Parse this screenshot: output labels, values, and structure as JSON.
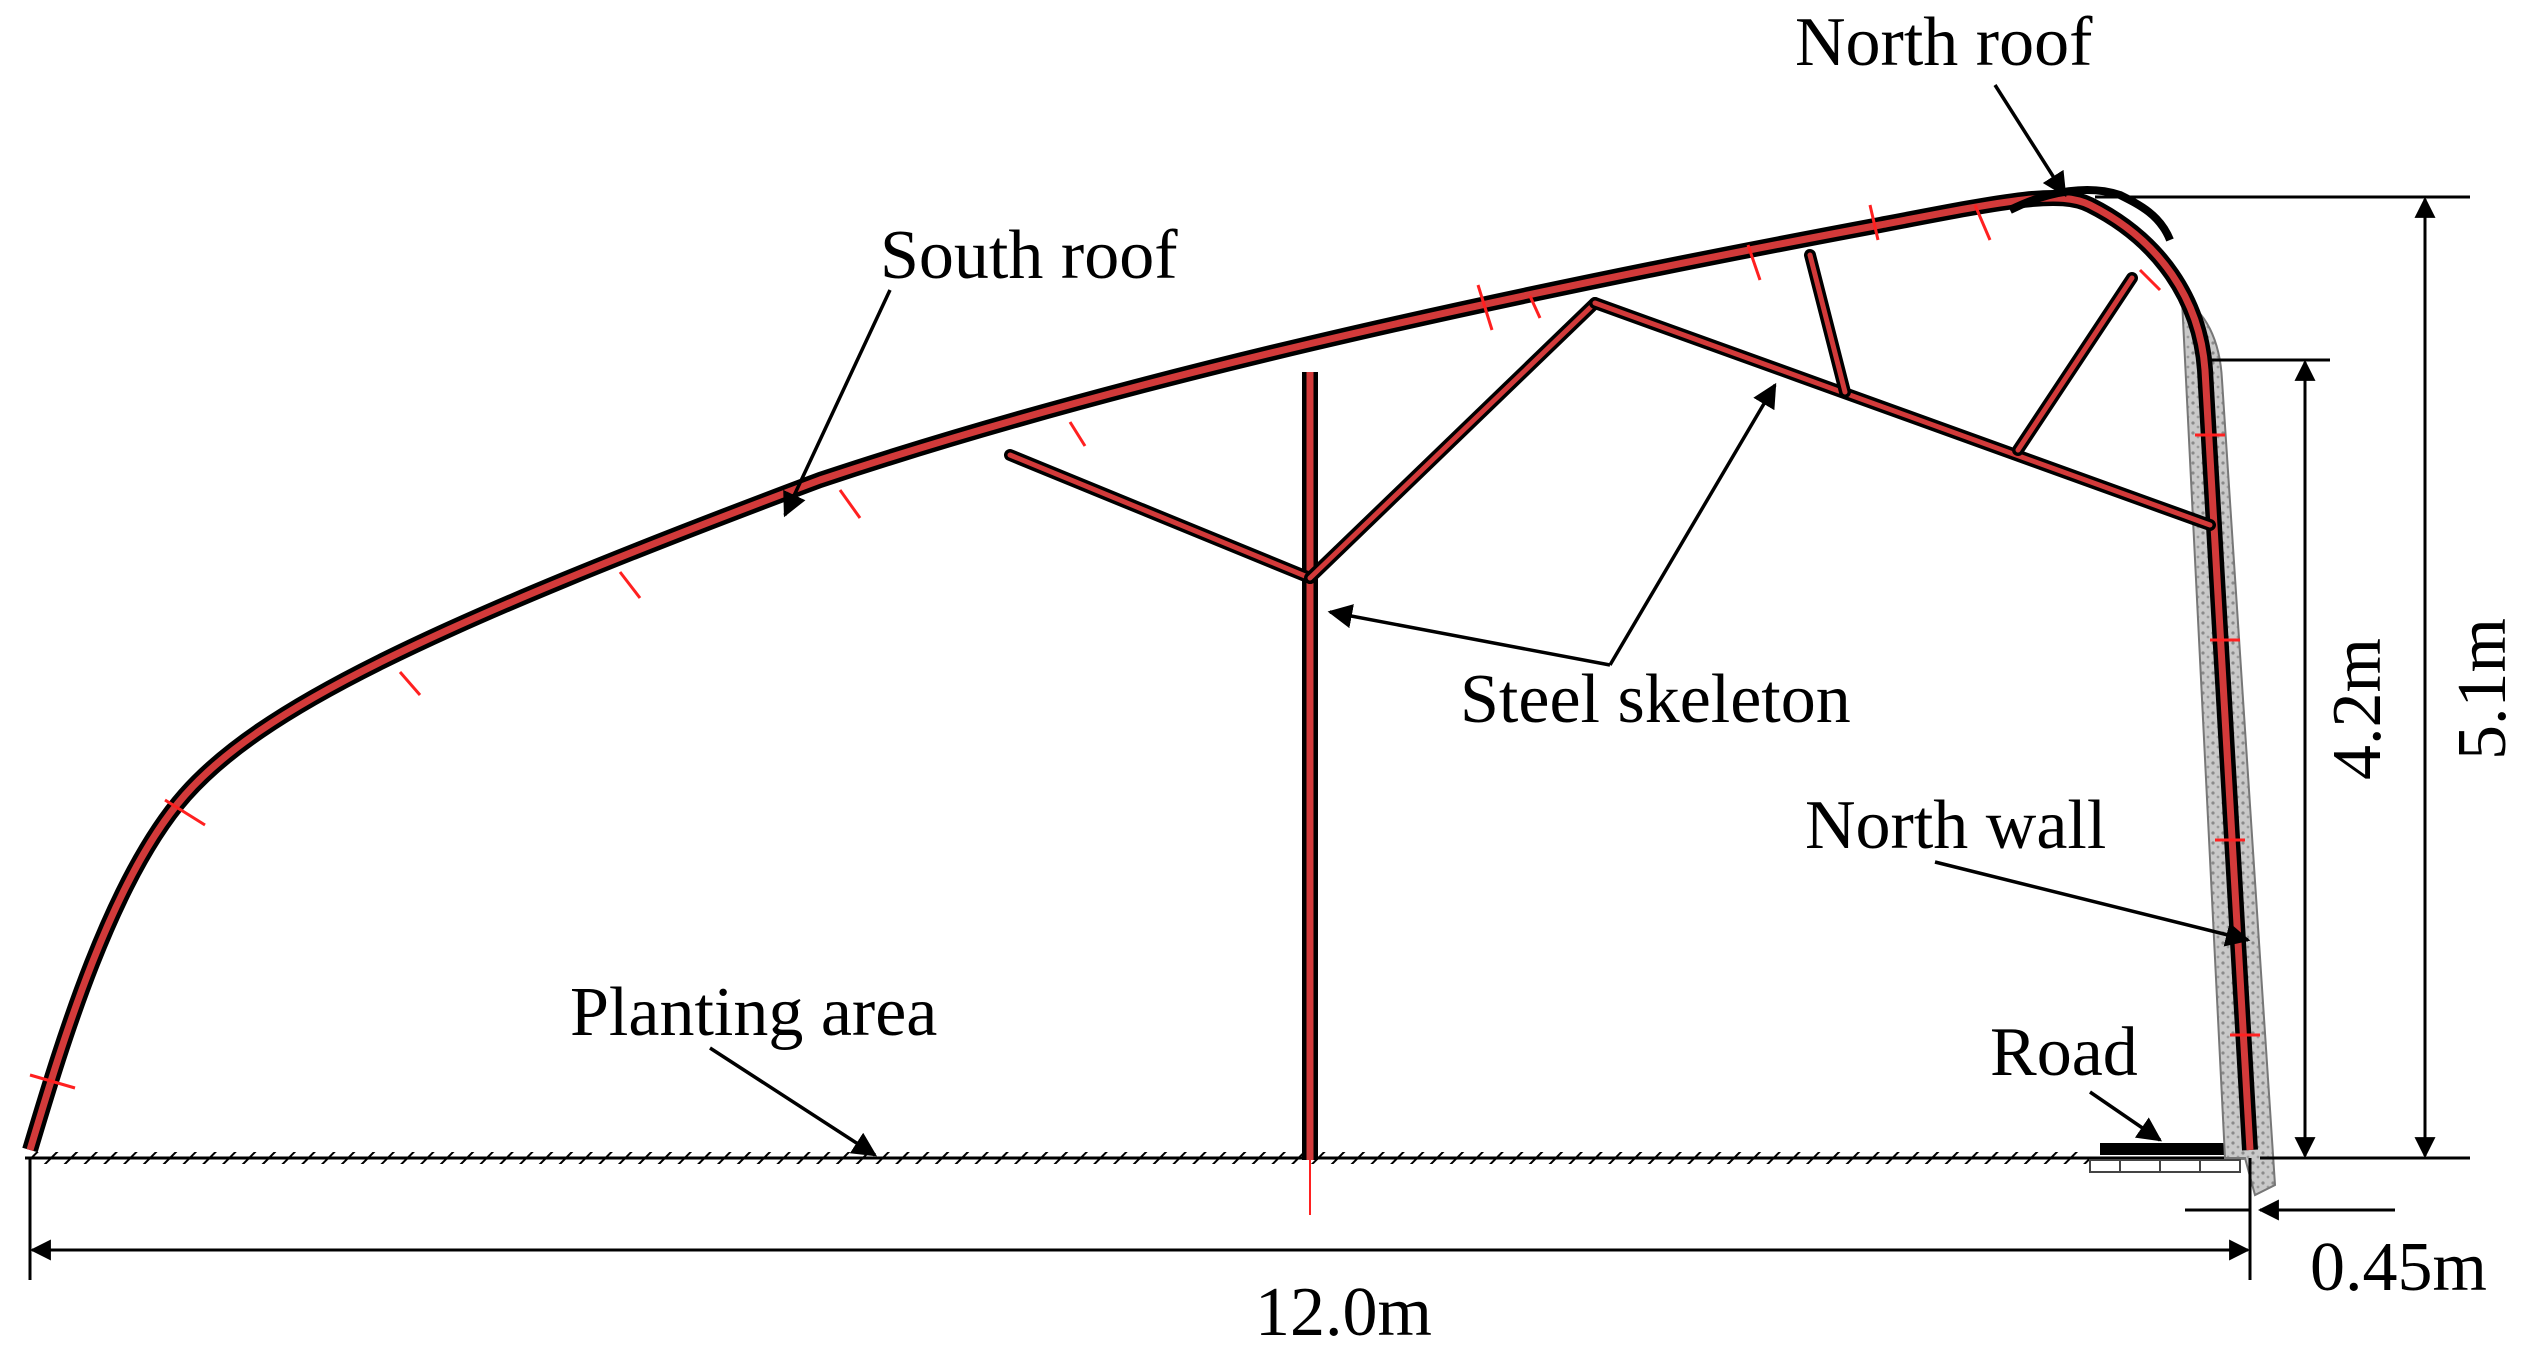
{
  "labels": {
    "north_roof": "North roof",
    "south_roof": "South roof",
    "steel_skeleton": "Steel skeleton",
    "north_wall": "North wall",
    "planting_area": "Planting area",
    "road": "Road"
  },
  "dimensions": {
    "span": "12.0m",
    "wall_thickness": "0.45m",
    "wall_height": "4.2m",
    "ridge_height": "5.1m"
  },
  "colors": {
    "line": "#000000",
    "pipe": "#d23a3a",
    "marker": "#ff2020",
    "wall_fill": "#b8b8b8"
  }
}
